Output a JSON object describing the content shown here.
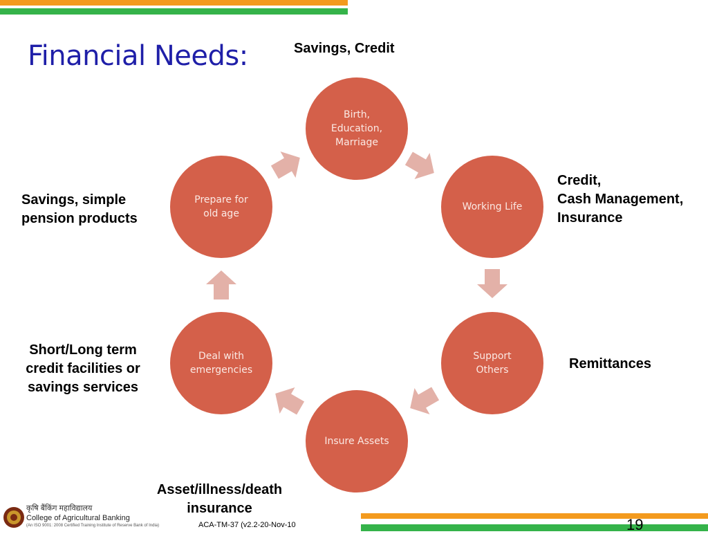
{
  "slide": {
    "title": "Financial Needs:",
    "page_number": "19",
    "footer_ref": "ACA-TM-37 (v2.2-20-Nov-10",
    "logo": {
      "hindi": "कृषि बैंकिंग महाविद्यालय",
      "name": "College of Agricultural Banking",
      "subtitle": "(An ISO 9001: 2008 Certified Training Institute of Reserve Bank of India)"
    }
  },
  "cycle": [
    {
      "label": "Birth,\nEducation,\nMarriage"
    },
    {
      "label": "Working Life"
    },
    {
      "label": "Support\nOthers"
    },
    {
      "label": "Insure Assets"
    },
    {
      "label": "Deal with\nemergencies"
    },
    {
      "label": "Prepare for\nold age"
    }
  ],
  "notes": {
    "birth": "Savings, Credit",
    "working": "Credit,\nCash Management,\nInsurance",
    "prepare": "Savings, simple\npension products",
    "deal": "Short/Long term\ncredit facilities or\nsavings services",
    "support": "Remittances",
    "insure": "Asset/illness/death\ninsurance"
  },
  "colors": {
    "circle": "#d4604a",
    "arrow": "#e3b1a8",
    "title": "#1f1fa8",
    "bar_orange": "#f39a1e",
    "bar_green": "#35b34a"
  }
}
